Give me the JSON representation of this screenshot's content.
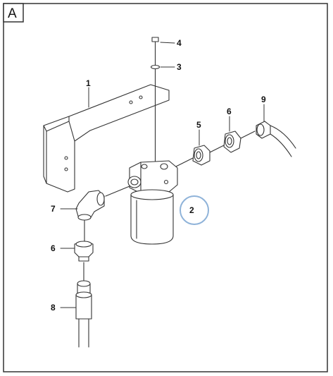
{
  "diagram": {
    "panel_label": "A",
    "callouts": [
      {
        "id": "bracket",
        "label": "1"
      },
      {
        "id": "filter-element",
        "label": "2"
      },
      {
        "id": "washer",
        "label": "3"
      },
      {
        "id": "bolt",
        "label": "4"
      },
      {
        "id": "adapter-right",
        "label": "5"
      },
      {
        "id": "nut-right",
        "label": "6"
      },
      {
        "id": "elbow",
        "label": "7"
      },
      {
        "id": "nut-left",
        "label": "6"
      },
      {
        "id": "hose-lower",
        "label": "8"
      },
      {
        "id": "hose-upper",
        "label": "9"
      }
    ],
    "highlight_color": "#8fb3d9",
    "line_color": "#333333"
  }
}
